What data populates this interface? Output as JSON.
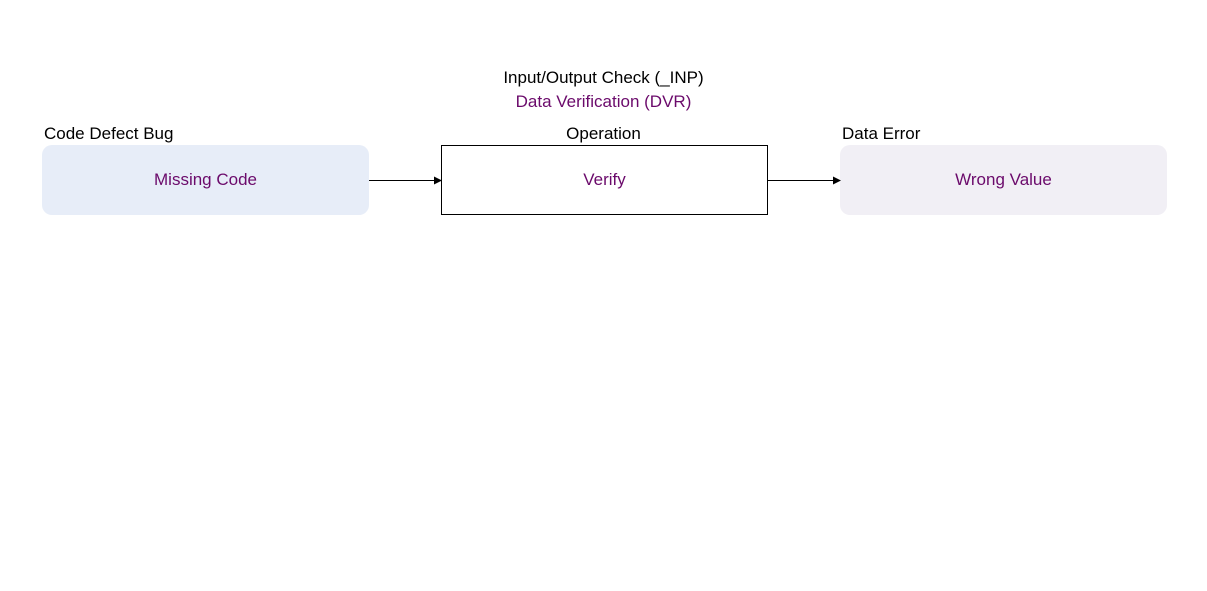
{
  "header": {
    "title": "Input/Output Check (_INP)",
    "subtitle": "Data Verification (DVR)"
  },
  "groups": {
    "left": {
      "label": "Code Defect Bug",
      "node": "Missing Code"
    },
    "middle": {
      "label": "Operation",
      "node": "Verify"
    },
    "right": {
      "label": "Data Error",
      "node": "Wrong Value"
    }
  },
  "colors": {
    "accent_text": "#6b0a6b",
    "left_fill": "#e7edf8",
    "right_fill": "#f1eff5",
    "arrow": "#000000"
  }
}
